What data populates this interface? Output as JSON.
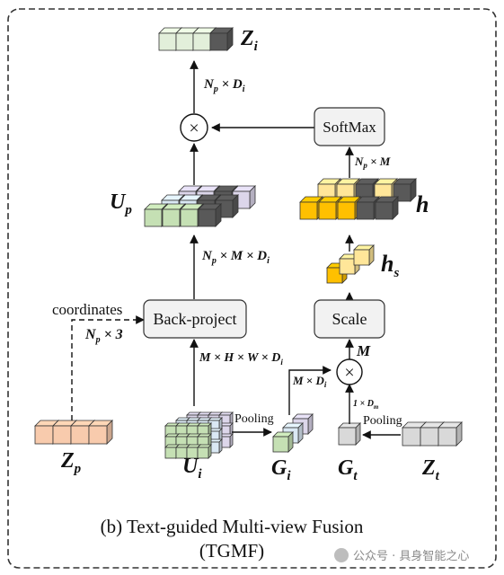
{
  "labels": {
    "z_i": "Z",
    "z_i_sub": "i",
    "np_di": "N",
    "np_di_sub": "p",
    "np_di_rest": " × D",
    "np_di_sub2": "i",
    "softmax": "SoftMax",
    "np_m": "N",
    "np_m_sub": "p",
    "np_m_rest": " × M",
    "u_p": "U",
    "u_p_sub": "p",
    "h": "h",
    "np_m_di": "N",
    "np_m_di_sub": "p",
    "np_m_di_rest": " × M × D",
    "np_m_di_sub2": "i",
    "h_s": "h",
    "h_s_sub": "s",
    "coordinates": "coordinates",
    "np_3": "N",
    "np_3_sub": "p",
    "np_3_rest": " × 3",
    "back_project": "Back-project",
    "scale": "Scale",
    "m_label": "M",
    "mhwd": "M × H × W × D",
    "mhwd_sub": "i",
    "md": "M × D",
    "md_sub": "i",
    "one_dm": "1 × D",
    "one_dm_sub": "m",
    "pooling_left": "Pooling",
    "pooling_right": "Pooling",
    "z_p": "Z",
    "z_p_sub": "p",
    "u_i": "U",
    "u_i_sub": "i",
    "g_i": "G",
    "g_i_sub": "i",
    "g_t": "G",
    "g_t_sub": "t",
    "z_t": "Z",
    "z_t_sub": "t",
    "times_top": "×",
    "times_mid": "×",
    "caption_line1": "(b) Text-guided Multi-view Fusion",
    "caption_line2": "(TGMF)",
    "watermark": "公众号 · 具身智能之心"
  },
  "colors": {
    "green_light": "#e2efda",
    "green": "#c5e0b4",
    "peach": "#f8cbad",
    "blue_light": "#dae8f4",
    "lavender": "#dcd6ea",
    "gray": "#d9d9d9",
    "dark": "#595959",
    "gold": "#ffc000",
    "cream": "#ffe699",
    "box_fill": "#f2f2f2"
  }
}
